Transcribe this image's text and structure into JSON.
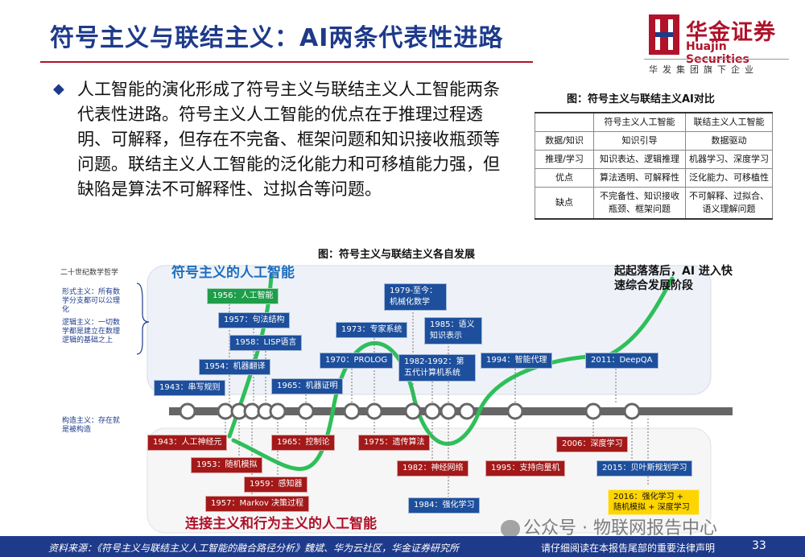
{
  "header": {
    "title": "符号主义与联结主义：AI两条代表性进路"
  },
  "logo": {
    "name_cn": "华金证券",
    "name_en": "Huajin Securities",
    "subtitle": "华发集团旗下企业",
    "brand_color": "#b0122a"
  },
  "body": {
    "bullet_icon": "diamond-icon",
    "paragraph": "人工智能的演化形成了符号主义与联结主义人工智能两条代表性进路。符号主义人工智能的优点在于推理过程透明、可解释，但存在不完备、框架问题和知识接收瓶颈等问题。联结主义人工智能的泛化能力和可移植能力强，但缺陷是算法不可解释性、过拟合等问题。"
  },
  "table": {
    "caption": "图：符号主义与联结主义AI对比",
    "headers": [
      "",
      "符号主义人工智能",
      "联结主义人工智能"
    ],
    "rows": [
      [
        "数据/知识",
        "知识引导",
        "数据驱动"
      ],
      [
        "推理/学习",
        "知识表达、逻辑推理",
        "机器学习、深度学习"
      ],
      [
        "优点",
        "算法透明、可解释性",
        "泛化能力、可移植性"
      ],
      [
        "缺点",
        "不完备性、知识接收瓶颈、框架问题",
        "不可解释、过拟合、语义理解问题"
      ]
    ]
  },
  "figure": {
    "caption": "图：符号主义与联结主义各自发展",
    "symbolic_title": "符号主义的人工智能",
    "connection_title": "连接主义和行为主义的人工智能",
    "note": "起起落落后，AI 进入快速综合发展阶段",
    "side_heading": "二十世纪数学哲学",
    "side_formalism": "形式主义：所有数学分支都可以公理化",
    "side_logicism": "逻辑主义：一切数学都是建立在数理逻辑的基础之上",
    "side_constructivism": "构造主义：存在就是被构造",
    "symbolic_events": {
      "e1956": "1956：人工智能",
      "e1957": "1957：句法结构",
      "e1958": "1958：LISP语言",
      "e1954": "1954：机器翻译",
      "e1943": "1943：串写规则",
      "e1965": "1965：机器证明",
      "e1970": "1970：PROLOG",
      "e1973": "1973：专家系统",
      "e1979": "1979-至今：机械化数学",
      "e1985": "1985：语义知识表示",
      "e1982": "1982-1992：第五代计算机系统",
      "e1994": "1994：智能代理",
      "e2011": "2011：DeepQA"
    },
    "connection_events": {
      "c1943": "1943：人工神经元",
      "c1953": "1953：随机模拟",
      "c1959": "1959：感知器",
      "c1957": "1957：Markov 决策过程",
      "c1965": "1965：控制论",
      "c1975": "1975：遗传算法",
      "c1982": "1982：神经网络",
      "c1984": "1984：强化学习",
      "c1995": "1995：支持向量机",
      "c2006": "2006：深度学习",
      "c2015": "2015：贝叶斯规划学习",
      "c2016": "2016：强化学习 + 随机模拟 + 深度学习"
    }
  },
  "footer": {
    "source": "资料来源：《符号主义与联结主义人工智能的融合路径分析》魏斌、华为云社区，华金证券研究所",
    "legal": "请仔细阅读在本报告尾部的重要法律声明",
    "page": "33"
  },
  "watermark": {
    "text": "公众号 · 物联网报告中心"
  },
  "colors": {
    "title": "#1e3a8a",
    "symbolic_box": "#1d4f9c",
    "symbolic_origin": "#1f9d4a",
    "connection_box": "#a31919",
    "highlight_box": "#ffd500",
    "curve": "#2fbf5a"
  }
}
